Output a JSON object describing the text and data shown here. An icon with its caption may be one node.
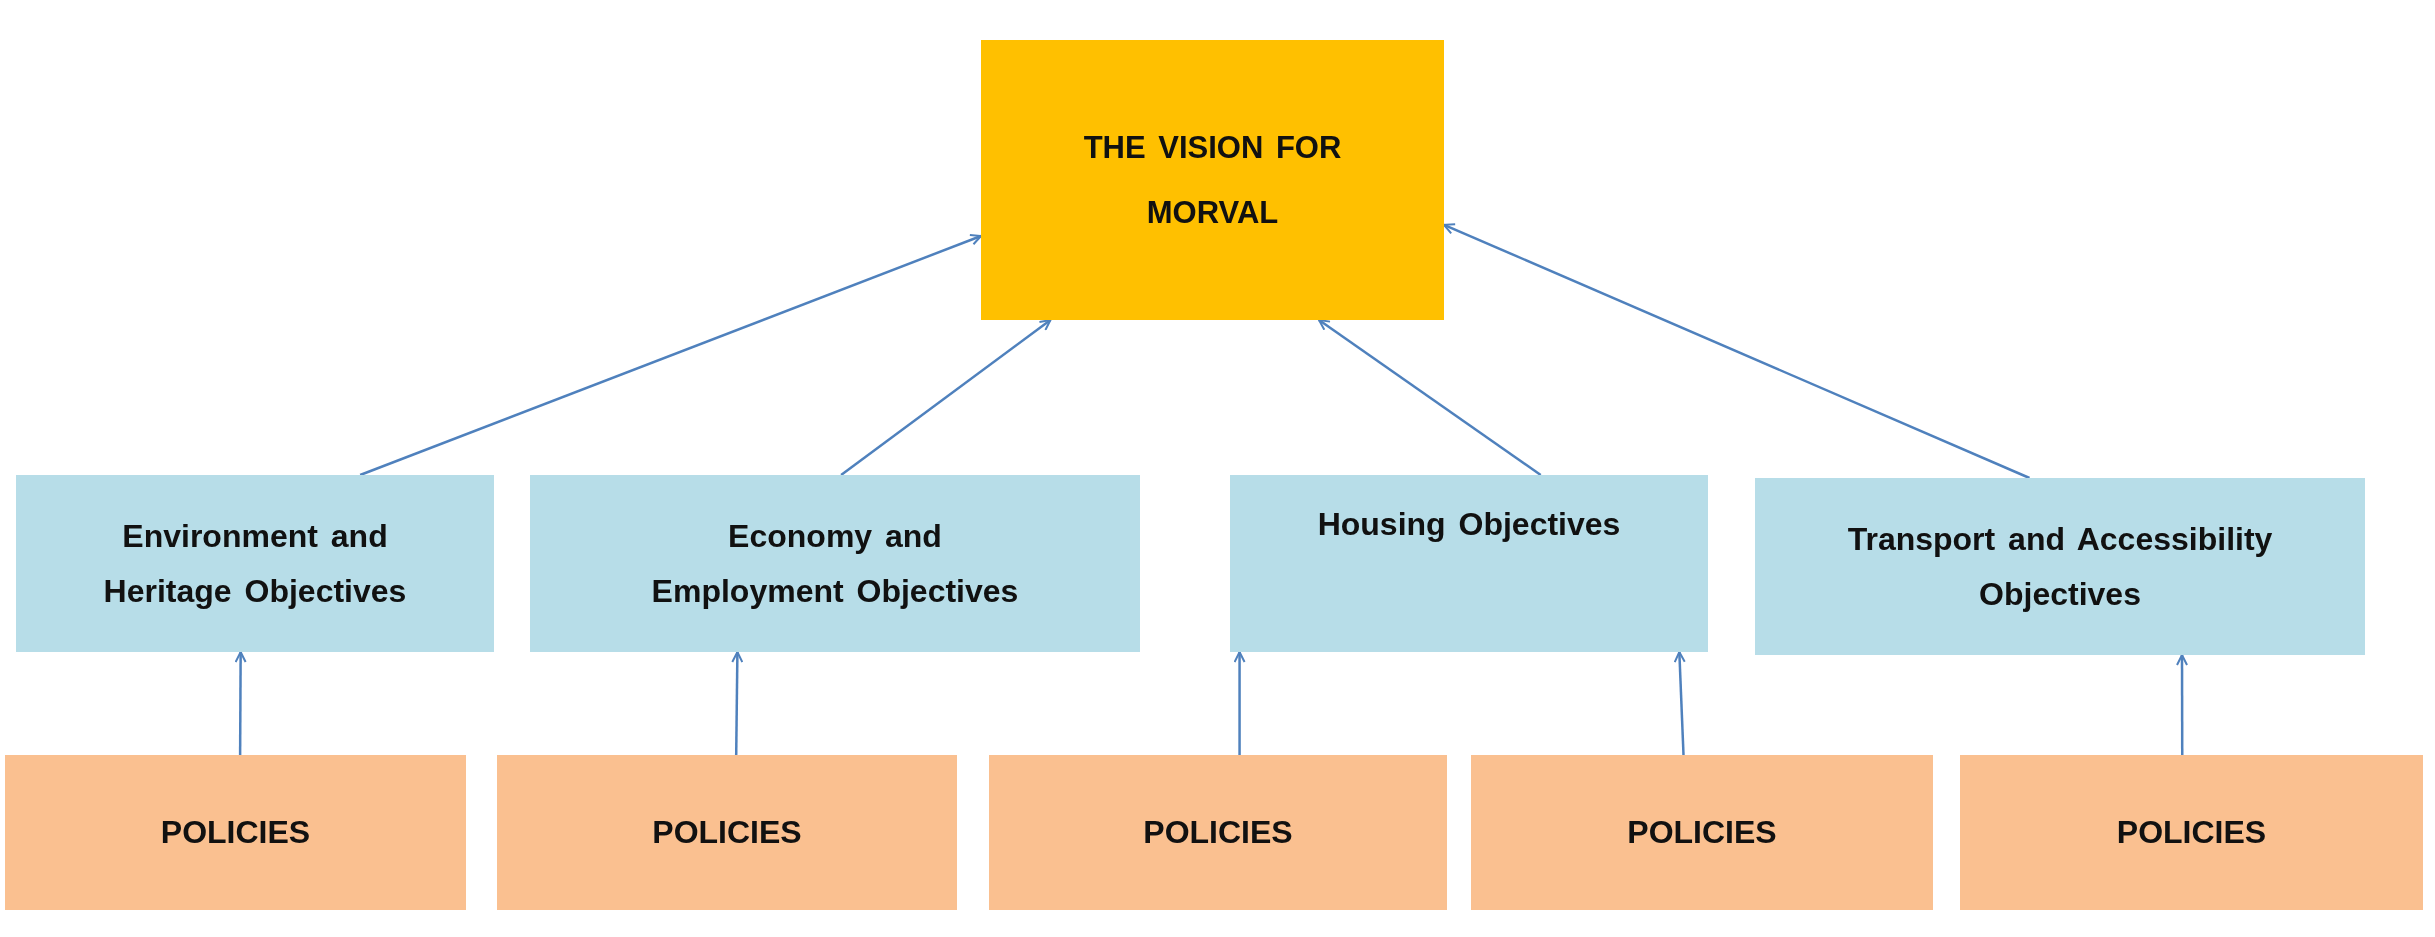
{
  "diagram": {
    "nodes": [
      {
        "text": [
          "THE VISION FOR MORVAL"
        ]
      },
      {
        "text": [
          "Environment and Heritage Objectives"
        ]
      },
      {
        "text": [
          "Economy and Employment Objectives"
        ]
      },
      {
        "text": [
          "Housing Objectives"
        ]
      },
      {
        "text": [
          "Transport and Accessibility Objectives"
        ]
      },
      {
        "text": [
          "POLICIES"
        ]
      },
      {
        "text": [
          "POLICIES"
        ]
      },
      {
        "text": [
          "POLICIES"
        ]
      },
      {
        "text": [
          "POLICIES"
        ]
      },
      {
        "text": [
          "POLICIES"
        ]
      }
    ],
    "edges": [
      {
        "from": 1,
        "to": 0,
        "arrow": "to"
      },
      {
        "from": 2,
        "to": 0,
        "arrow": "to"
      },
      {
        "from": 3,
        "to": 0,
        "arrow": "to"
      },
      {
        "from": 4,
        "to": 0,
        "arrow": "to"
      },
      {
        "from": 5,
        "to": 1,
        "arrow": "to"
      },
      {
        "from": 6,
        "to": 2,
        "arrow": "to"
      },
      {
        "from": 7,
        "to": 3,
        "arrow": "to"
      },
      {
        "from": 8,
        "to": 3,
        "arrow": "to"
      },
      {
        "from": 9,
        "to": 4,
        "arrow": "to"
      }
    ]
  }
}
